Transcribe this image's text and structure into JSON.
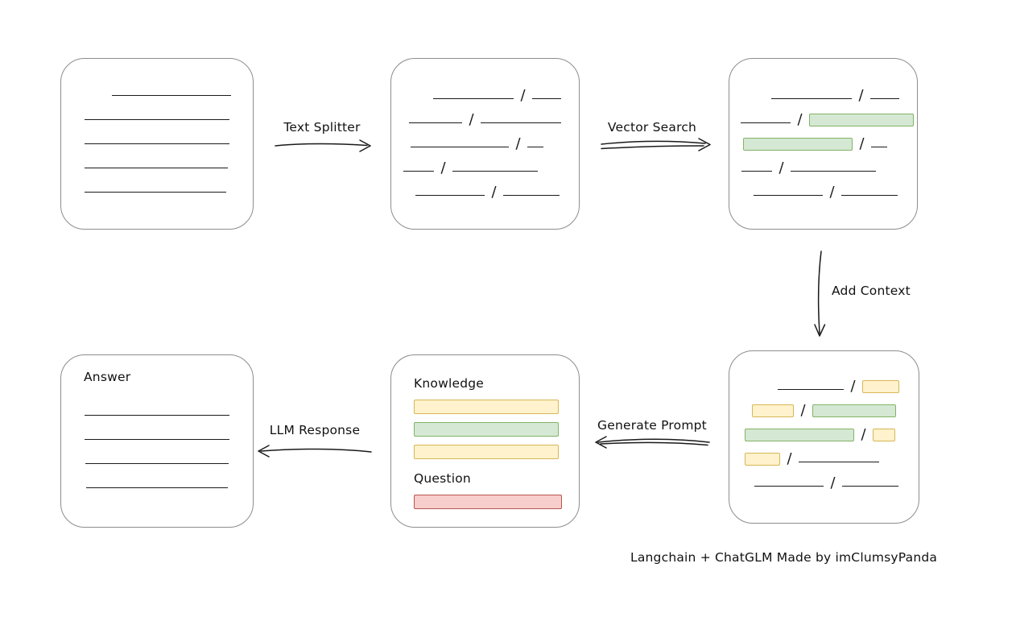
{
  "labels": {
    "text_splitter": "Text Splitter",
    "vector_search": "Vector Search",
    "add_context": "Add Context",
    "generate_prompt": "Generate Prompt",
    "llm_response": "LLM Response",
    "knowledge": "Knowledge",
    "question": "Question",
    "answer": "Answer",
    "footer": "Langchain + ChatGLM Made by imClumsyPanda"
  },
  "glyphs": {
    "slash": "/"
  },
  "colors": {
    "green_fill": "#d5e8d4",
    "green_stroke": "#82b366",
    "yellow_fill": "#fff2cc",
    "yellow_stroke": "#d6b656",
    "red_fill": "#f8cecc",
    "red_stroke": "#b85450",
    "stroke": "#1a1a1a",
    "node_border": "#8d8d8d"
  },
  "boxes": {
    "source_document": {
      "rows": [
        {
          "shift": 18,
          "segs": [
            {
              "t": "line",
              "w": 148
            }
          ]
        },
        {
          "shift": 0,
          "segs": [
            {
              "t": "line",
              "w": 180
            }
          ]
        },
        {
          "shift": 0,
          "segs": [
            {
              "t": "line",
              "w": 180
            }
          ]
        },
        {
          "shift": -1,
          "segs": [
            {
              "t": "line",
              "w": 178
            }
          ]
        },
        {
          "shift": -2,
          "segs": [
            {
              "t": "line",
              "w": 176
            }
          ]
        }
      ]
    },
    "split_chunks": {
      "rows": [
        {
          "shift": 15,
          "segs": [
            {
              "t": "line",
              "w": 100
            },
            {
              "t": "slash"
            },
            {
              "t": "line",
              "w": 36
            }
          ]
        },
        {
          "shift": 0,
          "segs": [
            {
              "t": "line",
              "w": 66
            },
            {
              "t": "slash"
            },
            {
              "t": "line",
              "w": 100
            }
          ]
        },
        {
          "shift": -10,
          "segs": [
            {
              "t": "line",
              "w": 122
            },
            {
              "t": "slash"
            },
            {
              "t": "line",
              "w": 20
            }
          ]
        },
        {
          "shift": -18,
          "segs": [
            {
              "t": "line",
              "w": 38
            },
            {
              "t": "slash"
            },
            {
              "t": "line",
              "w": 106
            }
          ]
        },
        {
          "shift": 3,
          "segs": [
            {
              "t": "line",
              "w": 86
            },
            {
              "t": "slash"
            },
            {
              "t": "line",
              "w": 70
            }
          ]
        }
      ]
    },
    "vector_results": {
      "rows": [
        {
          "shift": 15,
          "segs": [
            {
              "t": "line",
              "w": 100
            },
            {
              "t": "slash"
            },
            {
              "t": "line",
              "w": 36
            }
          ]
        },
        {
          "shift": 5,
          "segs": [
            {
              "t": "line",
              "w": 62
            },
            {
              "t": "slash"
            },
            {
              "t": "chip",
              "c": "green",
              "w": 130
            }
          ]
        },
        {
          "shift": -10,
          "segs": [
            {
              "t": "chip",
              "c": "green",
              "w": 136
            },
            {
              "t": "slash"
            },
            {
              "t": "line",
              "w": 20
            }
          ]
        },
        {
          "shift": -18,
          "segs": [
            {
              "t": "line",
              "w": 38
            },
            {
              "t": "slash"
            },
            {
              "t": "line",
              "w": 106
            }
          ]
        },
        {
          "shift": 3,
          "segs": [
            {
              "t": "line",
              "w": 86
            },
            {
              "t": "slash"
            },
            {
              "t": "line",
              "w": 70
            }
          ]
        }
      ]
    },
    "context_results": {
      "rows": [
        {
          "shift": 18,
          "segs": [
            {
              "t": "line",
              "w": 82
            },
            {
              "t": "slash"
            },
            {
              "t": "chip",
              "c": "yellow",
              "w": 46
            }
          ]
        },
        {
          "shift": 0,
          "segs": [
            {
              "t": "chip",
              "c": "yellow",
              "w": 52
            },
            {
              "t": "slash"
            },
            {
              "t": "chip",
              "c": "green",
              "w": 104
            }
          ]
        },
        {
          "shift": -5,
          "segs": [
            {
              "t": "chip",
              "c": "green",
              "w": 136
            },
            {
              "t": "slash"
            },
            {
              "t": "chip",
              "c": "yellow",
              "w": 28
            }
          ]
        },
        {
          "shift": -15,
          "segs": [
            {
              "t": "chip",
              "c": "yellow",
              "w": 44
            },
            {
              "t": "slash"
            },
            {
              "t": "line",
              "w": 100
            }
          ]
        },
        {
          "shift": 3,
          "segs": [
            {
              "t": "line",
              "w": 86
            },
            {
              "t": "slash"
            },
            {
              "t": "line",
              "w": 70
            }
          ]
        }
      ]
    },
    "prompt": {
      "rows": [
        {
          "align": "left",
          "h": 30,
          "segs": [
            {
              "t": "label",
              "ref": "knowledge"
            }
          ]
        },
        {
          "align": "left",
          "h": 28,
          "segs": [
            {
              "t": "bar",
              "c": "yellow",
              "w": 180
            }
          ]
        },
        {
          "align": "left",
          "h": 28,
          "segs": [
            {
              "t": "bar",
              "c": "green",
              "w": 180
            }
          ]
        },
        {
          "align": "left",
          "h": 28,
          "segs": [
            {
              "t": "bar",
              "c": "yellow",
              "w": 180
            }
          ]
        },
        {
          "align": "left",
          "h": 30,
          "mt": 4,
          "segs": [
            {
              "t": "label",
              "ref": "question"
            }
          ]
        },
        {
          "align": "left",
          "h": 28,
          "segs": [
            {
              "t": "bar",
              "c": "red",
              "w": 184
            }
          ]
        }
      ]
    },
    "answer": {
      "rows": [
        {
          "align": "left",
          "h": 30,
          "segs": [
            {
              "t": "label",
              "ref": "answer"
            }
          ]
        },
        {
          "mt": 10,
          "segs": [
            {
              "t": "line",
              "w": 180
            }
          ]
        },
        {
          "segs": [
            {
              "t": "line",
              "w": 180
            }
          ]
        },
        {
          "segs": [
            {
              "t": "line",
              "w": 178
            }
          ]
        },
        {
          "segs": [
            {
              "t": "line",
              "w": 176
            }
          ]
        }
      ]
    }
  }
}
